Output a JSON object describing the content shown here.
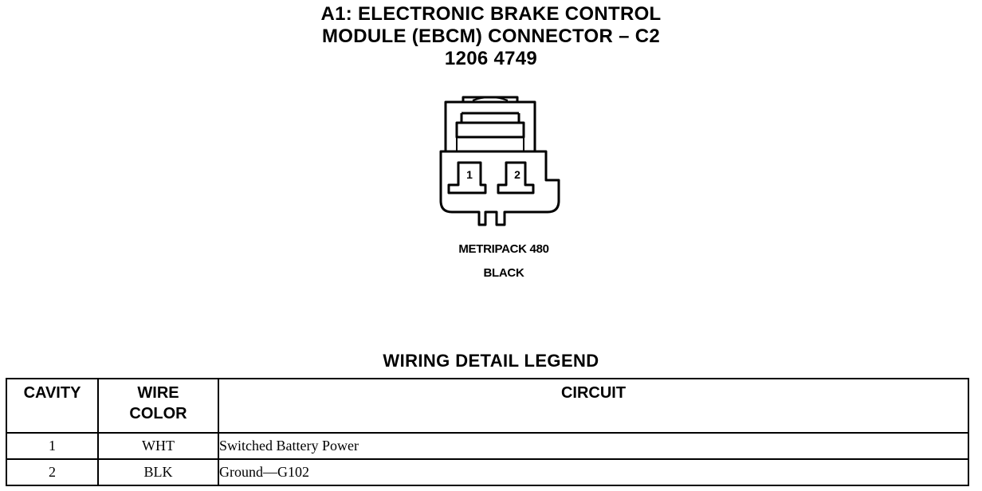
{
  "title": {
    "line1": "A1: ELECTRONIC BRAKE CONTROL",
    "line2": "MODULE (EBCM) CONNECTOR – C2",
    "line3": "1206 4749"
  },
  "connector": {
    "cavity_labels": [
      "1",
      "2"
    ],
    "type": "METRIPACK 480",
    "color": "BLACK"
  },
  "legend": {
    "title": "WIRING DETAIL LEGEND",
    "headers": {
      "cavity": "CAVITY",
      "wire_color_line1": "WIRE",
      "wire_color_line2": "COLOR",
      "circuit": "CIRCUIT"
    },
    "rows": [
      {
        "cavity": "1",
        "wire_color": "WHT",
        "circuit": "Switched Battery Power"
      },
      {
        "cavity": "2",
        "wire_color": "BLK",
        "circuit": "Ground—G102"
      }
    ]
  }
}
